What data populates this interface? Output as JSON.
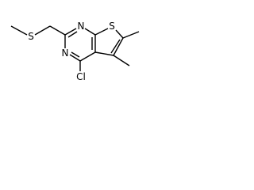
{
  "molecule": {
    "atoms": {
      "sulfur_chain": "S",
      "nitrogen_1": "N",
      "nitrogen_3": "N",
      "sulfur_ring": "S",
      "chlorine": "Cl"
    }
  }
}
